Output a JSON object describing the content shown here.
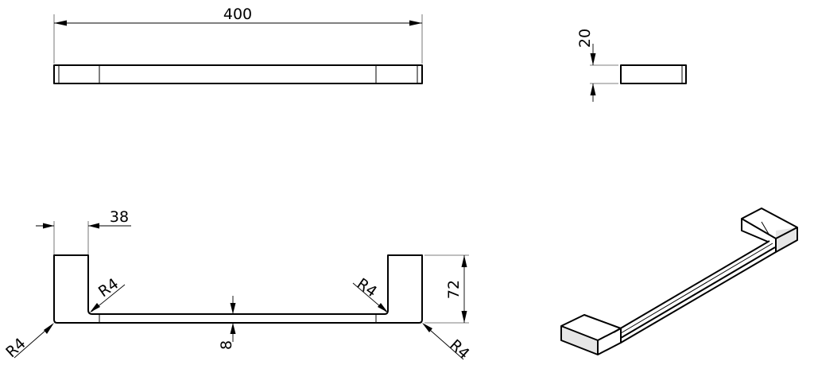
{
  "dimensions": {
    "length": "400",
    "thickness": "20",
    "leg_width": "38",
    "height": "72",
    "bar_thickness": "8",
    "radius_inner_left": "R4",
    "radius_inner_right": "R4",
    "radius_outer_left": "R4",
    "radius_outer_right": "R4"
  }
}
